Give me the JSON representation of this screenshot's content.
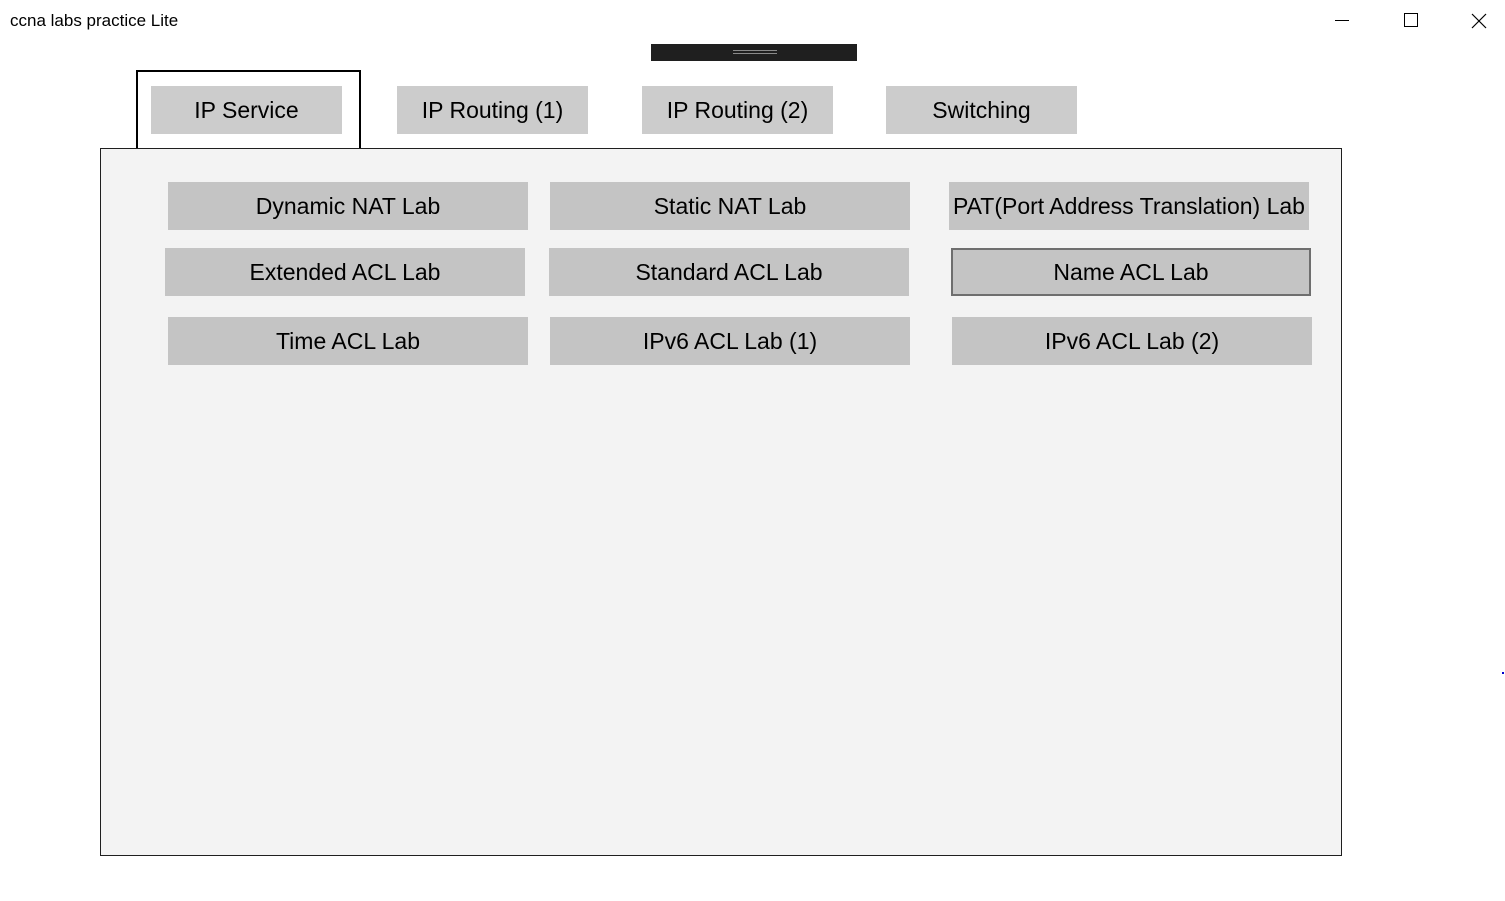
{
  "window": {
    "title": "ccna labs practice Lite",
    "controls": {
      "minimize": "minimize-icon",
      "maximize": "maximize-icon",
      "close": "close-icon"
    }
  },
  "tabs": [
    {
      "label": "IP Service",
      "selected": true
    },
    {
      "label": "IP Routing (1)",
      "selected": false
    },
    {
      "label": "IP Routing (2)",
      "selected": false
    },
    {
      "label": "Switching",
      "selected": false
    }
  ],
  "labs": [
    {
      "label": "Dynamic NAT Lab"
    },
    {
      "label": "Static NAT Lab"
    },
    {
      "label": "PAT(Port Address Translation) Lab"
    },
    {
      "label": "Extended ACL Lab"
    },
    {
      "label": "Standard ACL Lab"
    },
    {
      "label": "Name ACL Lab",
      "focused": true
    },
    {
      "label": "Time ACL Lab"
    },
    {
      "label": "IPv6 ACL Lab (1)"
    },
    {
      "label": "IPv6 ACL Lab (2)"
    }
  ],
  "colors": {
    "tab_bg": "#cccccc",
    "lab_button_bg": "#c4c4c4",
    "panel_bg": "#f3f3f3",
    "handle_bg": "#1f1f1f"
  }
}
